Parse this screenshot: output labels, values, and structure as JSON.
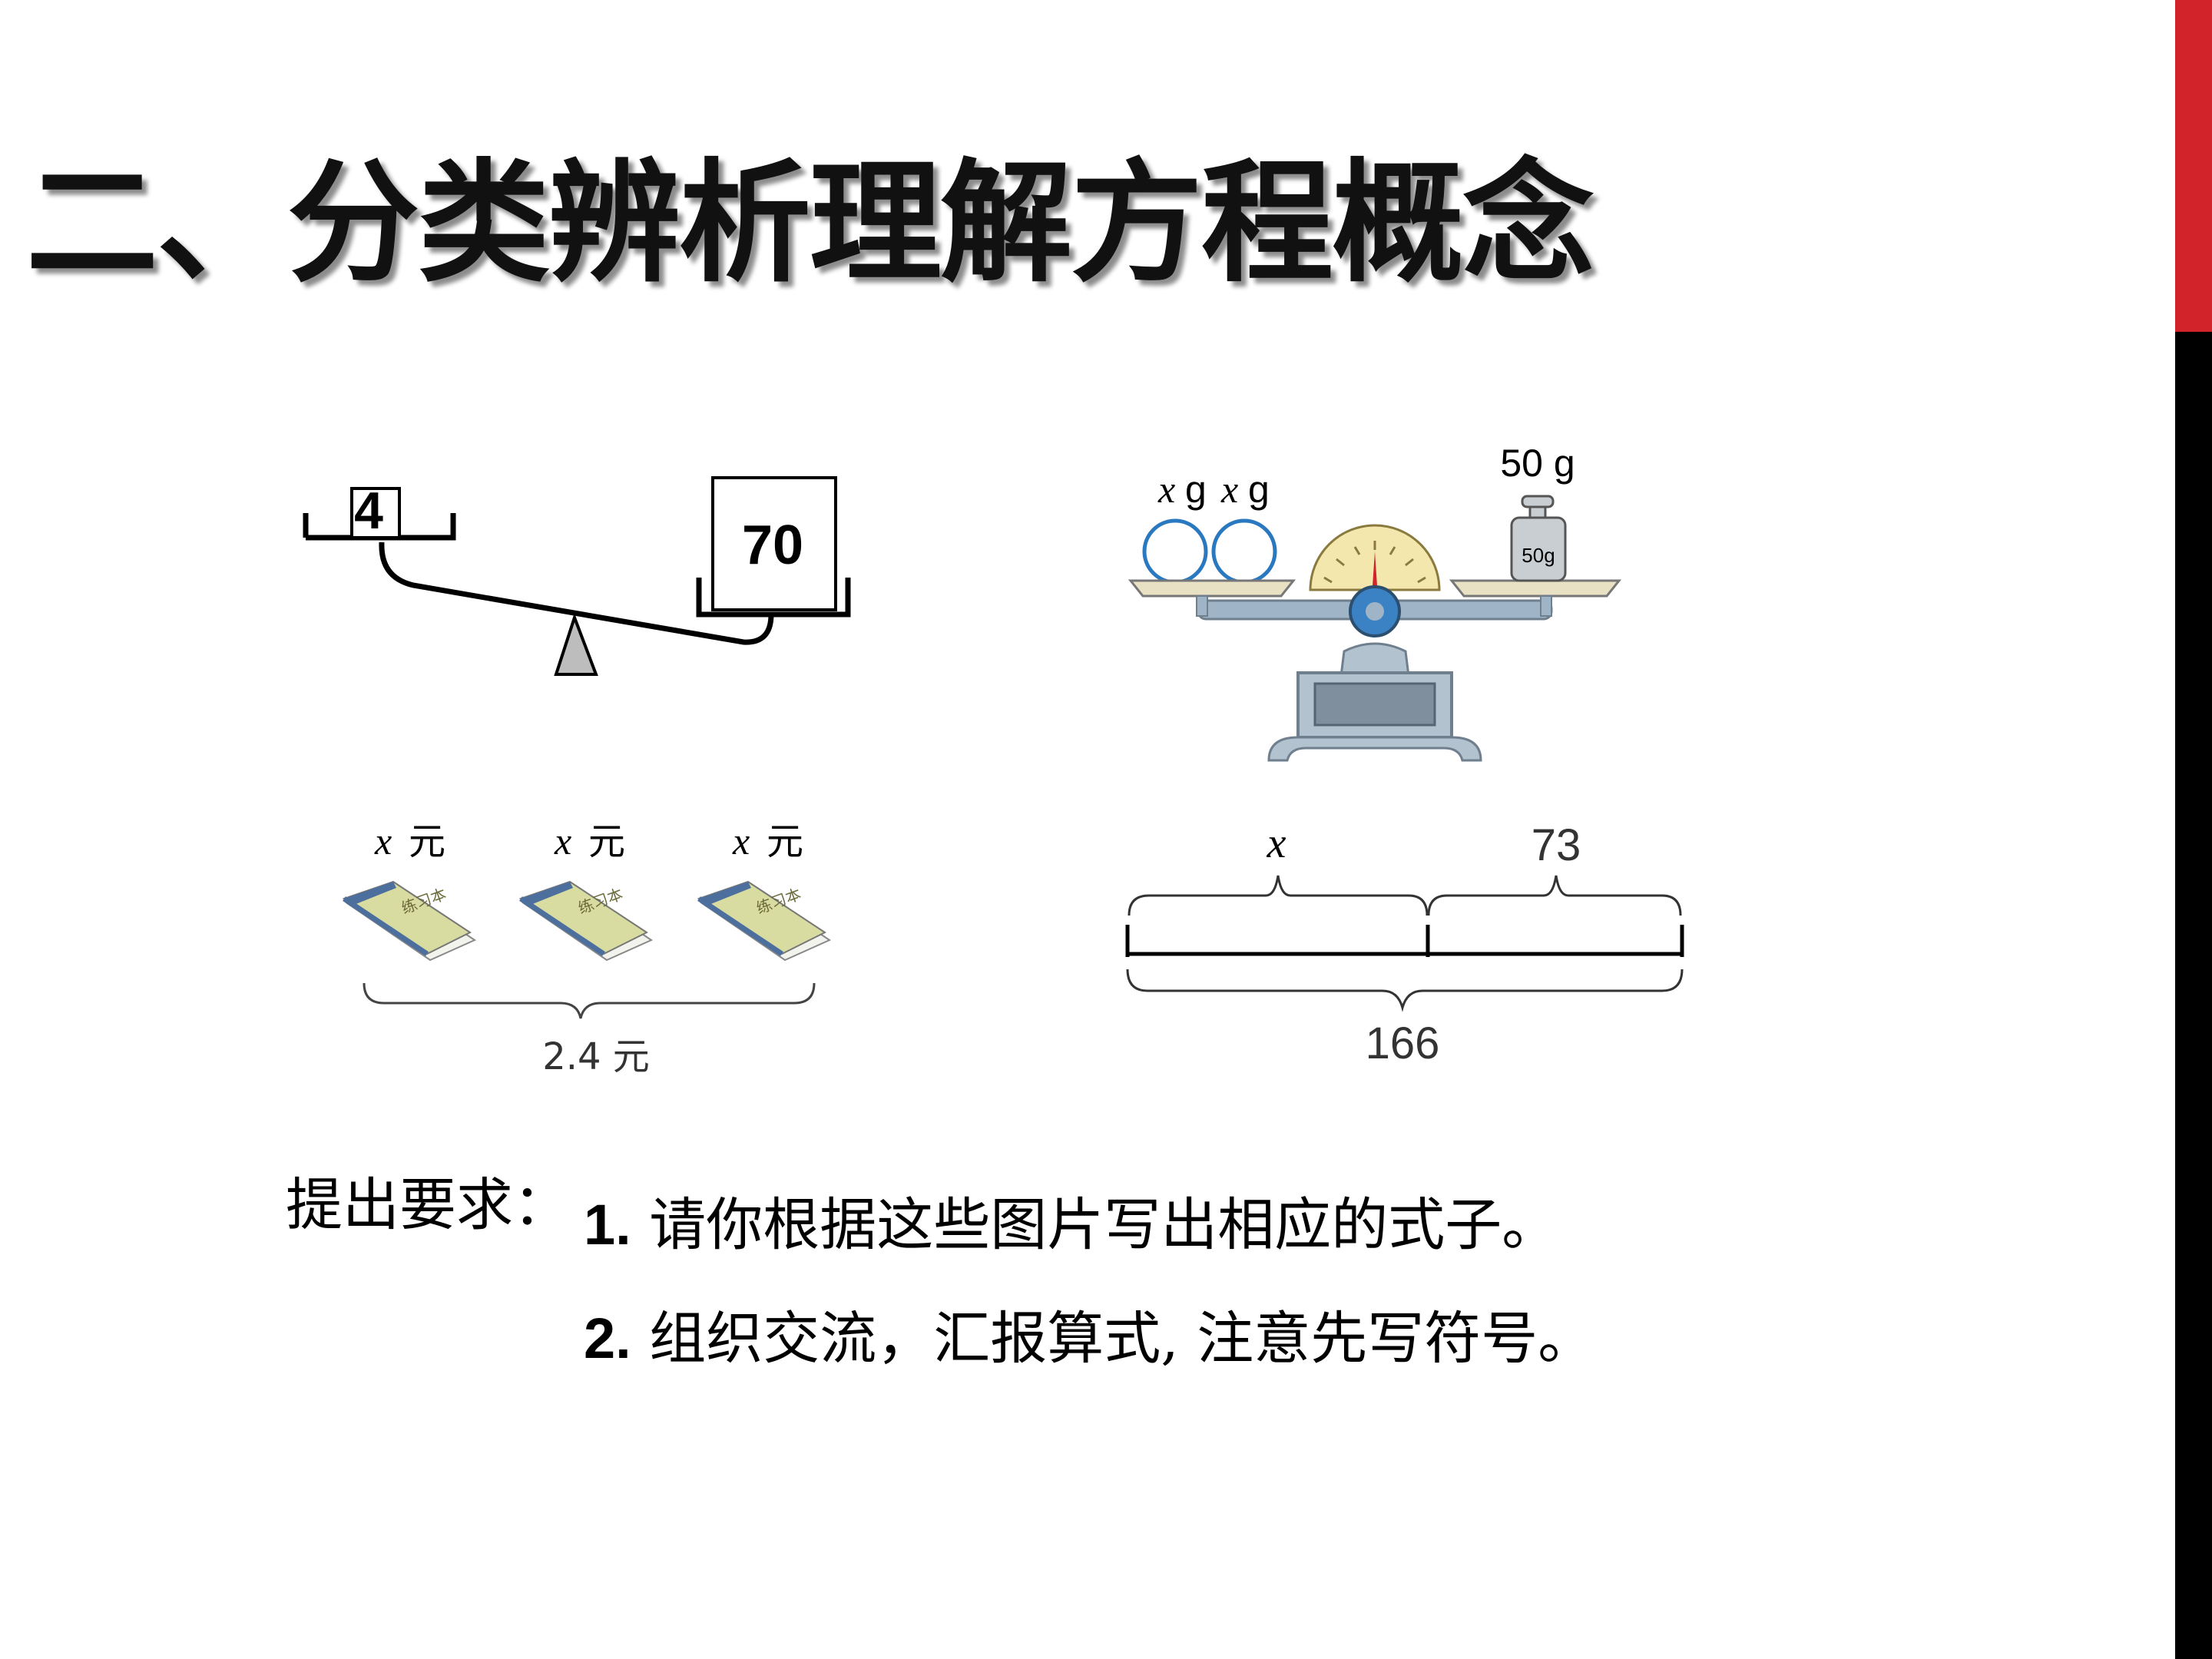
{
  "title": "二、分类辨析理解方程概念",
  "colors": {
    "accent_red": "#d2232a",
    "side_bar": "#000000"
  },
  "seesaw": {
    "left_value": "4",
    "right_value": "70"
  },
  "balance_scale": {
    "left_labels": [
      "x",
      "g",
      "x",
      "g"
    ],
    "weight_label": "50 g",
    "weight_mark": "50g"
  },
  "notebooks": {
    "items": [
      {
        "var": "x",
        "unit": "元"
      },
      {
        "var": "x",
        "unit": "元"
      },
      {
        "var": "x",
        "unit": "元"
      }
    ],
    "cover_text": "练习本",
    "total": "2.4 元"
  },
  "segment_diagram": {
    "left_label": "x",
    "right_label": "73",
    "total": "166"
  },
  "requirements": {
    "label": "提出要求：",
    "items": [
      {
        "num": "1.",
        "text": " 请你根据这些图片写出相应的式子。"
      },
      {
        "num": "2.",
        "text": " 组织交流，汇报算式, 注意先写符号。"
      }
    ]
  }
}
